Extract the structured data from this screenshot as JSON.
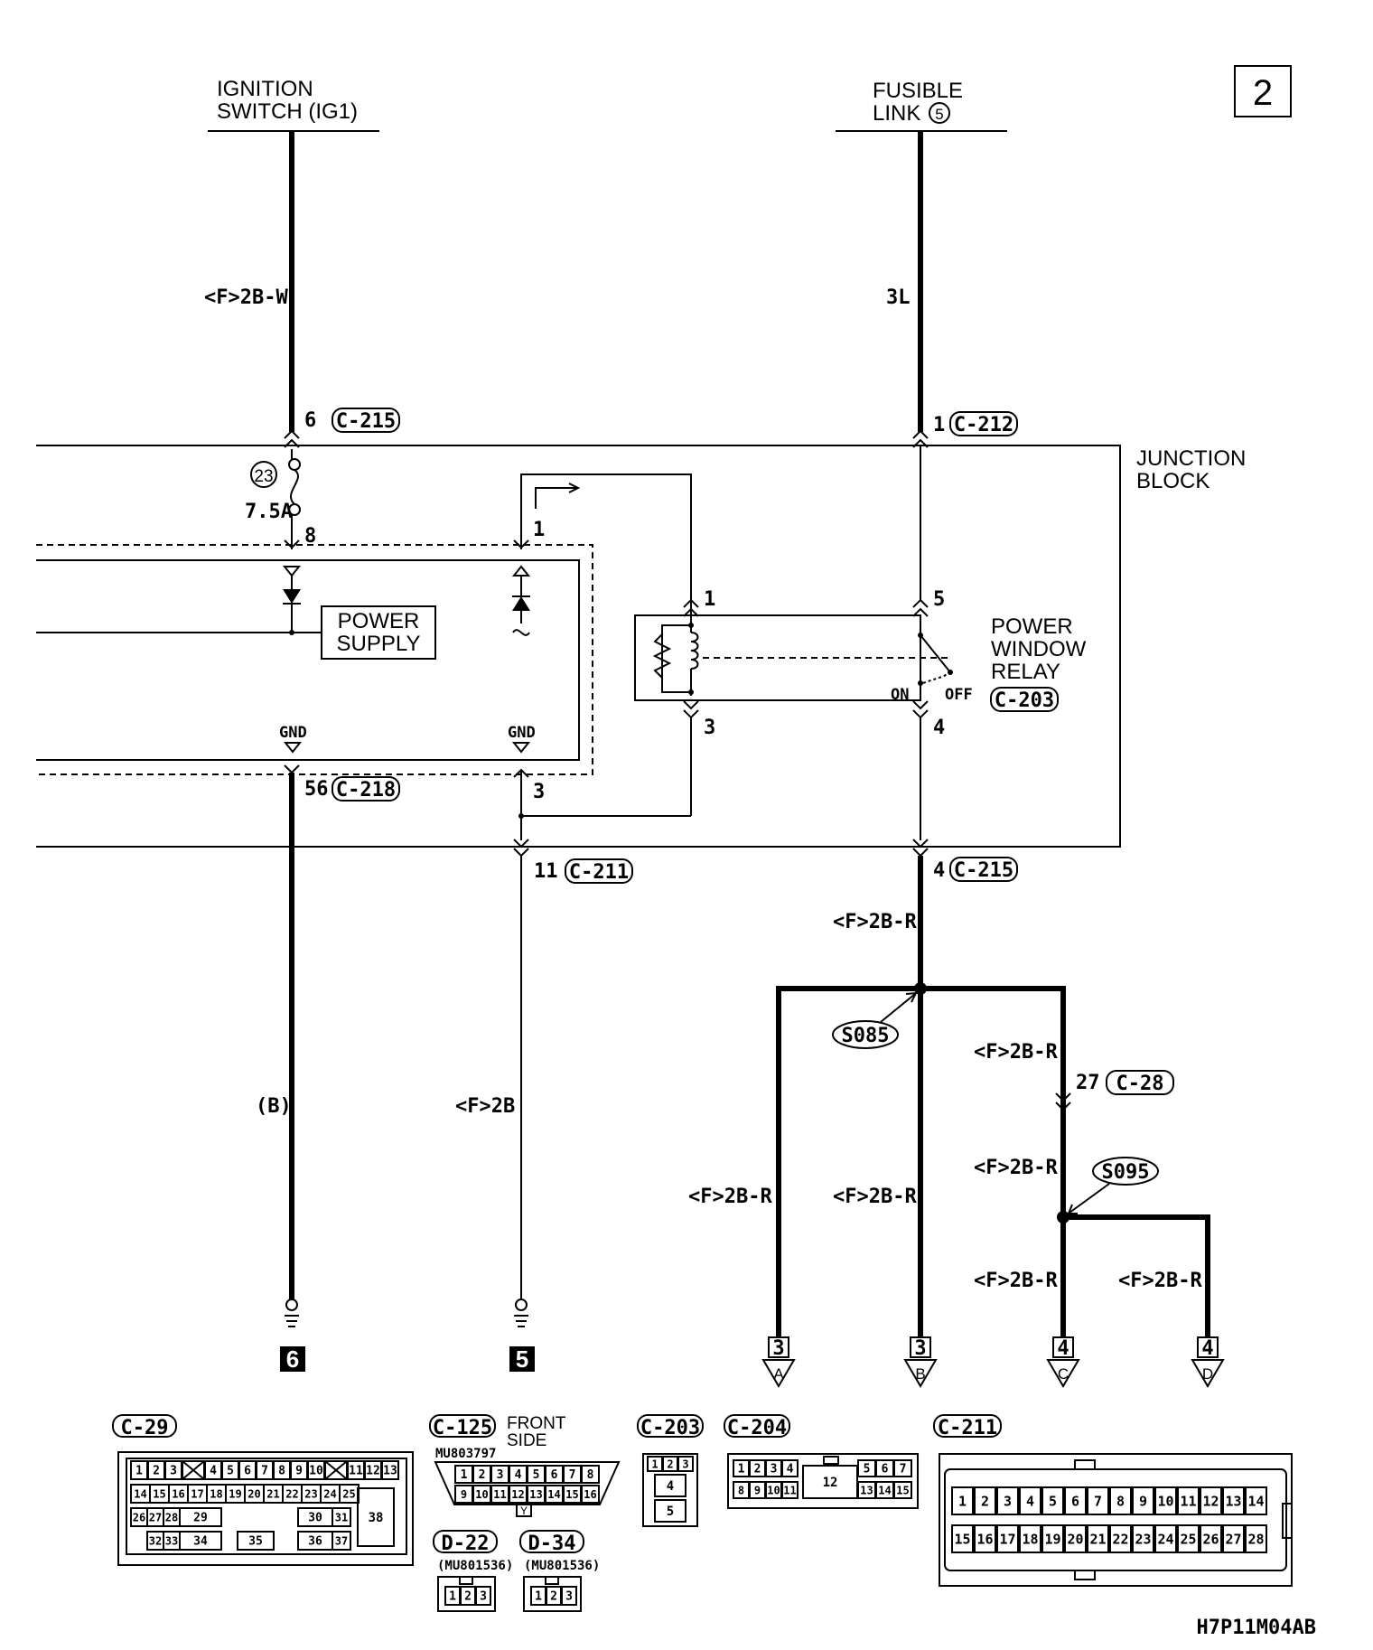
{
  "page_number": "2",
  "top_labels": {
    "ignition_line1": "IGNITION",
    "ignition_line2": "SWITCH (IG1)",
    "fusible_line1": "FUSIBLE",
    "fusible_line2": "LINK",
    "fusible_num": "5"
  },
  "wires": {
    "w_ign": "<F>2B-W",
    "w_fl": "3L",
    "w_b": "(B)",
    "w_f2b": "<F>2B",
    "w_r_main": "<F>2B-R",
    "w_r_right": "<F>2B-R",
    "w_r_left": "<F>2B-R",
    "w_r_mid": "<F>2B-R",
    "w_r_s095": "<F>2B-R",
    "w_r_c": "<F>2B-R",
    "w_r_d": "<F>2B-R"
  },
  "connectors": {
    "c215_pin": "6",
    "c215": "C-215",
    "c212_pin": "1",
    "c212": "C-212",
    "c218_pin": "56",
    "c218": "C-218",
    "c211_pin": "11",
    "c211": "C-211",
    "c215b_pin": "4",
    "c215b": "C-215",
    "c28_pin": "27",
    "c28": "C-28",
    "c203": "C-203"
  },
  "junction_block": {
    "line1": "JUNCTION",
    "line2": "BLOCK",
    "fuse_num": "23",
    "fuse_rating": "7.5A",
    "pin8": "8",
    "pin1": "1",
    "pin3": "3",
    "power_supply_1": "POWER",
    "power_supply_2": "SUPPLY",
    "gnd1": "GND",
    "gnd2": "GND",
    "relay_pin1": "1",
    "relay_pin3": "3",
    "relay_pin5": "5",
    "relay_pin4": "4",
    "relay_line1": "POWER",
    "relay_line2": "WINDOW",
    "relay_line3": "RELAY",
    "on": "ON",
    "off": "OFF"
  },
  "splices": {
    "s085": "S085",
    "s095": "S095"
  },
  "grounds": {
    "g6": "6",
    "g5": "5"
  },
  "outputs": [
    {
      "num": "3",
      "letter": "A"
    },
    {
      "num": "3",
      "letter": "B"
    },
    {
      "num": "4",
      "letter": "C"
    },
    {
      "num": "4",
      "letter": "D"
    }
  ],
  "connector_views": {
    "c29": {
      "label": "C-29"
    },
    "c125": {
      "label": "C-125",
      "note1": "FRONT",
      "note2": "SIDE",
      "part": "MU803797",
      "y": "Y"
    },
    "c203v": {
      "label": "C-203"
    },
    "c204": {
      "label": "C-204"
    },
    "c211v": {
      "label": "C-211"
    },
    "d22": {
      "label": "D-22",
      "part": "(MU801536)"
    },
    "d34": {
      "label": "D-34",
      "part": "(MU801536)"
    }
  },
  "diagram_code": "H7P11M04AB"
}
